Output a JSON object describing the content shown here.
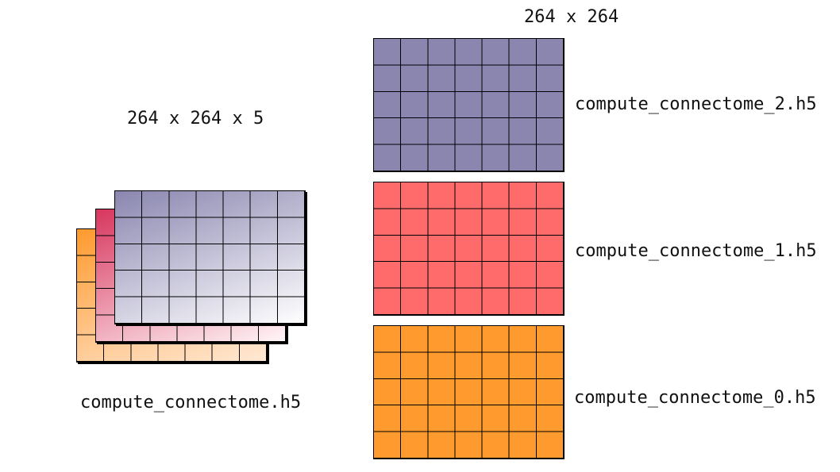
{
  "labels": {
    "stack_size": "264 x 264 x 5",
    "stack_file": "compute_connectome.h5",
    "slice_size": "264 x 264",
    "slice_files": [
      "compute_connectome_2.h5",
      "compute_connectome_1.h5",
      "compute_connectome_0.h5"
    ]
  },
  "colors": {
    "purple": "#8a86b0",
    "red": "#ff6b6b",
    "orange": "#ff9a2e",
    "stack_purple_top": "#8a86b0",
    "stack_red_top": "#d8365e",
    "stack_orange_top": "#ff9a2e"
  },
  "grid": {
    "columns": 7,
    "rows": 5
  }
}
